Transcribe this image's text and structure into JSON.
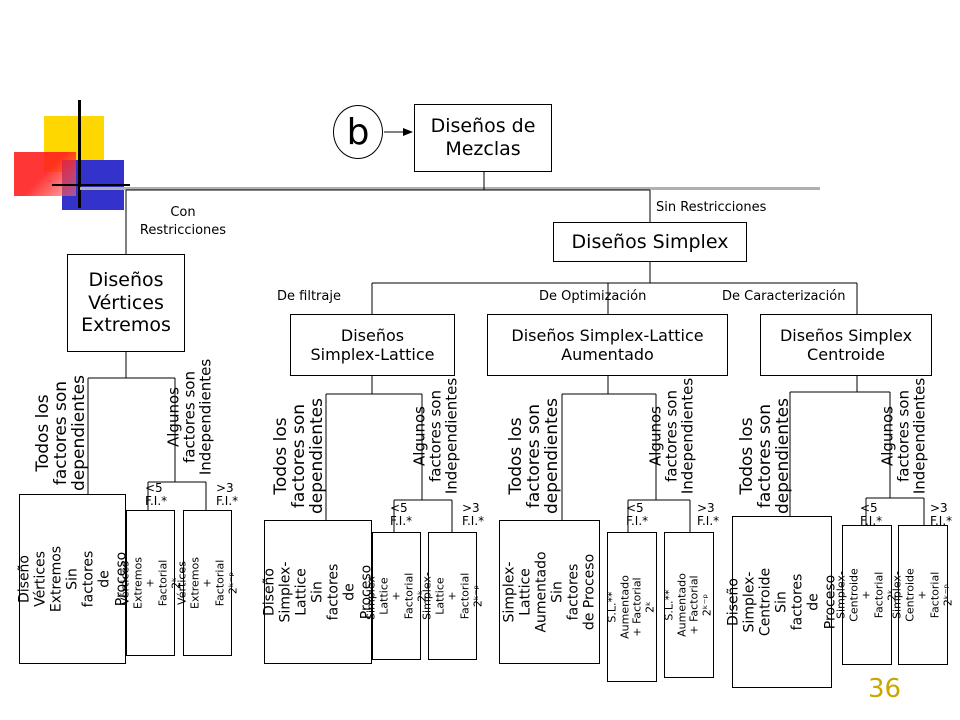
{
  "badge": {
    "letter": "b"
  },
  "root": {
    "label": "Diseños de\nMezclas"
  },
  "edges": {
    "con_restricciones": "Con\nRestricciones",
    "sin_restricciones": "Sin Restricciones",
    "de_filtraje": "De filtraje",
    "de_optimizacion": "De Optimización",
    "de_caracterizacion": "De Caracterización"
  },
  "nodes": {
    "vertices_extremos": "Diseños\nVértices\nExtremos",
    "simplex": "Diseños Simplex",
    "simplex_lattice": "Diseños\nSimplex-Lattice",
    "simplex_lattice_aumentado": "Diseños Simplex-Lattice\nAumentado",
    "simplex_centroide": "Diseños Simplex\nCentroide"
  },
  "branch_labels": {
    "todos": "Todos los\nfactores son\ndependientes",
    "algunos": "Algunos\nfactores son\nIndependientes",
    "lt5": "<5\nF.I.*",
    "gt3": ">3\nF.I.*"
  },
  "leaves": {
    "ve_main": "Diseño\nVértices Extremos\nSin factores\nde Proceso",
    "ve_fact": "Vértices Extremos\n+ Factorial 2ᵏ",
    "ve_frac": "Vértices Extremos\n+ Factorial 2ᵏ⁻ᵖ",
    "sl_main": "Diseño\nSimplex-Lattice\nSin factores\nde Proceso",
    "sl_fact": "Simplex-Lattice\n+ Factorial 2ᵏ",
    "sl_frac": "Simplex-Lattice\n+ Factorial 2ᵏ⁻ᵖ",
    "sla_main": "Simplex-Lattice\nAumentado\nSin factores\nde Proceso",
    "sla_fact": "S.L.** Aumentado\n+ Factorial 2ᵏ",
    "sla_frac": "S.L.** Aumentado\n+ Factorial 2ᵏ⁻ᵖ",
    "sc_main": "Diseño\nSimplex-Centroide\nSin factores\nde Proceso",
    "sc_fact": "Simplex-Centroide\n+ Factorial 2ᵏ",
    "sc_frac": "Simplex-Centroide\n+ Factorial 2ᵏ⁻ᵖ"
  },
  "page_number": "36",
  "colors": {
    "accent_yellow": "#ffd700",
    "accent_red": "#ff2020",
    "accent_blue": "#3333cc",
    "page_number": "#c8a800"
  }
}
